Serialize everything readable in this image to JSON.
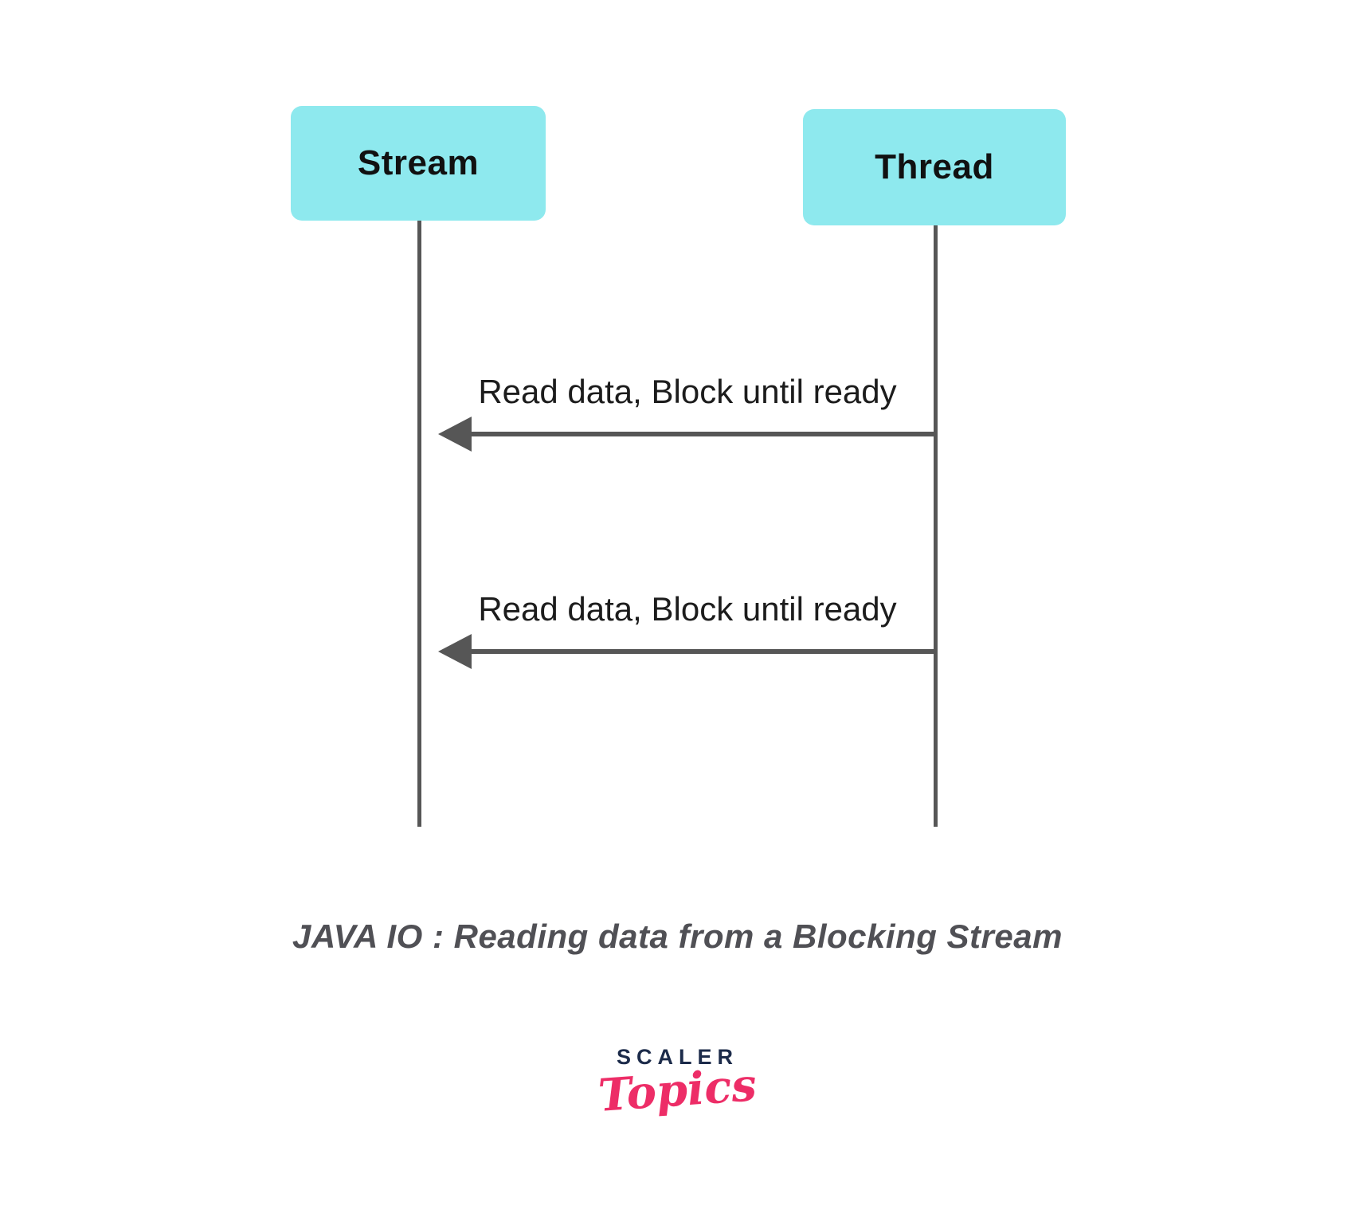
{
  "diagram": {
    "actors": [
      {
        "label": "Stream"
      },
      {
        "label": "Thread"
      }
    ],
    "messages": [
      {
        "label": "Read data, Block until ready",
        "from": "Thread",
        "to": "Stream",
        "direction": "left"
      },
      {
        "label": "Read data, Block until ready",
        "from": "Thread",
        "to": "Stream",
        "direction": "left"
      }
    ],
    "caption": "JAVA IO : Reading data from a Blocking Stream"
  },
  "logo": {
    "primary": "SCALER",
    "secondary": "Topics"
  },
  "colors": {
    "actor_fill": "#8ee9ee",
    "actor_text": "#111111",
    "line": "#565656",
    "label_text": "#1c1c1c",
    "caption_text": "#505055",
    "logo_primary": "#1c2b4a",
    "logo_secondary": "#ed2d67",
    "bg": "#ffffff"
  }
}
